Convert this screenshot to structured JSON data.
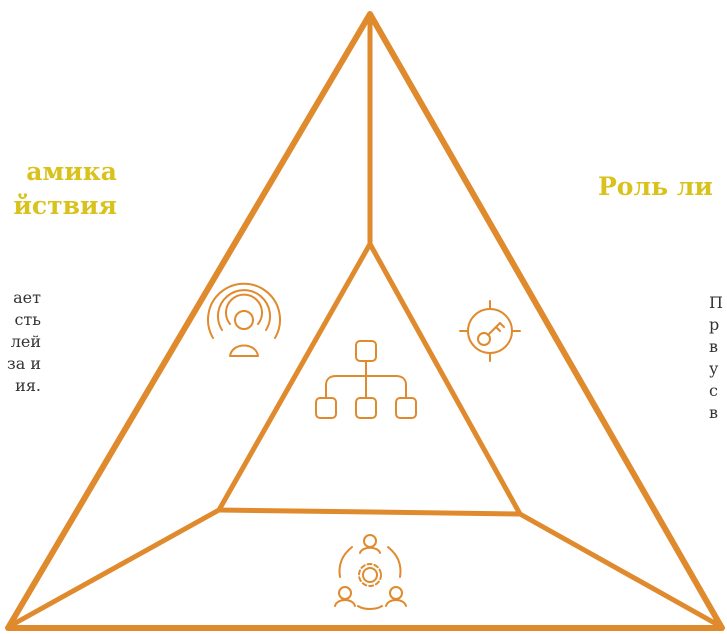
{
  "colors": {
    "stroke": "#e08a2e",
    "heading": "#d9c21c",
    "text": "#333333"
  },
  "left_section": {
    "heading_lines": [
      "амика",
      "йствия"
    ],
    "body_lines": [
      "ает",
      "сть",
      "лей",
      "за и",
      "ия."
    ]
  },
  "right_section": {
    "heading_lines": [
      "Роль ли"
    ],
    "body_lines": [
      "П",
      "р",
      "в",
      "у",
      "с",
      "в"
    ]
  },
  "icons": {
    "left_face": "broadcast-person-icon",
    "right_face": "key-target-icon",
    "inner_triangle": "hierarchy-org-chart-icon",
    "bottom_face": "team-gear-icon"
  }
}
